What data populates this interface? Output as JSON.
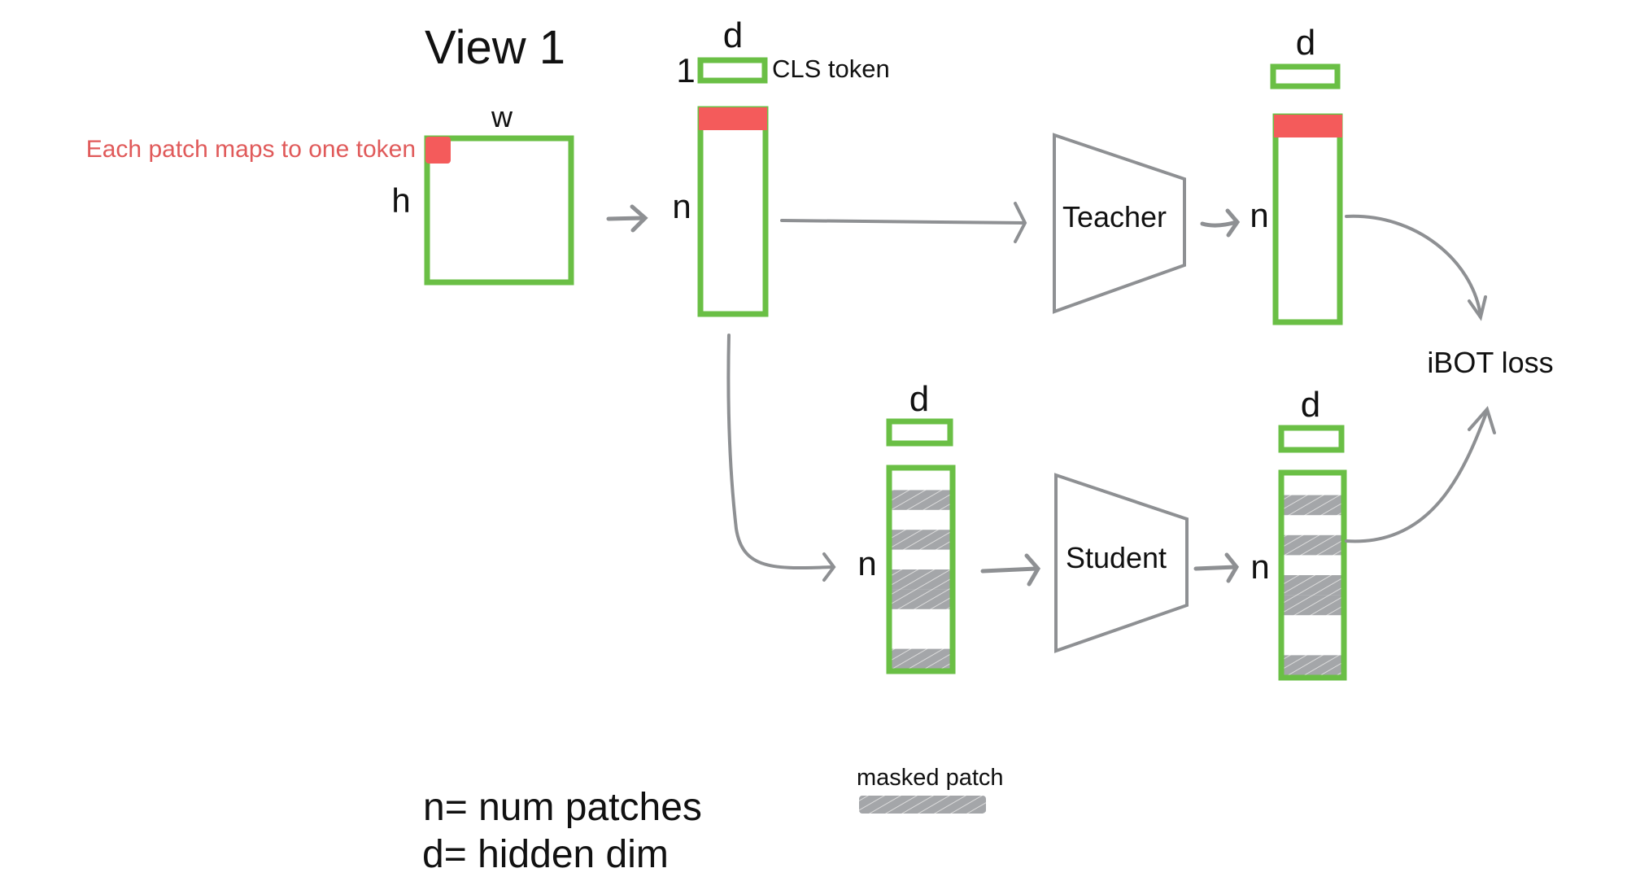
{
  "title": "View 1",
  "colors": {
    "box_stroke": "#6abf45",
    "patch_fill": "#f45b5b",
    "annotation": "#e05a5a",
    "arrow": "#8e9093",
    "mask": "#9a9c9f",
    "text": "#111111"
  },
  "image": {
    "width_label": "w",
    "height_label": "h",
    "annotation": "Each patch maps to one token"
  },
  "input_tokens": {
    "n_label": "n",
    "d_label": "d",
    "cls_count_label": "1",
    "cls_label": "CLS token"
  },
  "teacher": {
    "label": "Teacher",
    "out_n_label": "n",
    "out_d_label": "d"
  },
  "student": {
    "label": "Student",
    "in_n_label": "n",
    "in_d_label": "d",
    "out_n_label": "n",
    "out_d_label": "d",
    "masked_rows_in": [
      1,
      3,
      5,
      6,
      9
    ],
    "masked_rows_out": [
      1,
      3,
      5,
      6,
      9
    ],
    "total_rows": 10
  },
  "loss": {
    "label": "iBOT loss"
  },
  "legend": {
    "n_def": "n= num patches",
    "d_def": "d= hidden dim",
    "masked_label": "masked patch"
  }
}
